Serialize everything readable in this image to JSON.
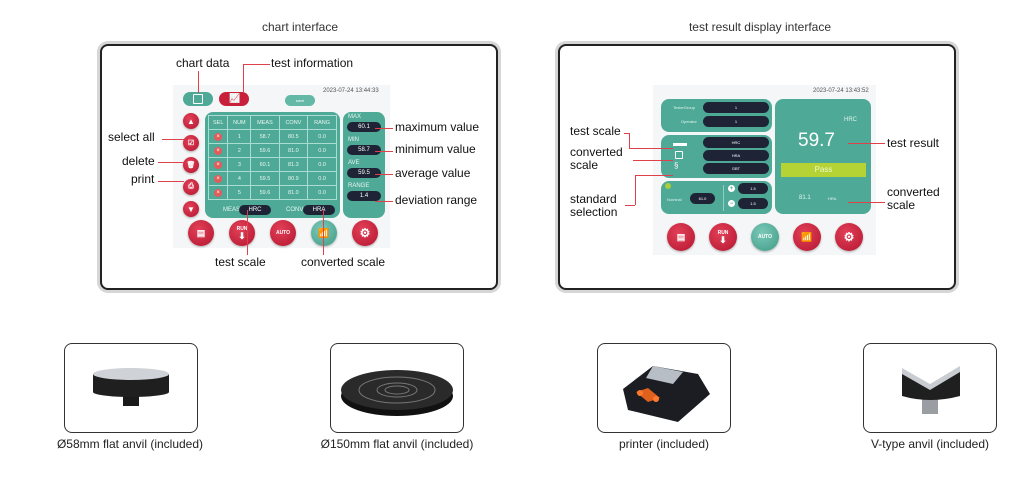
{
  "panels": {
    "chart": {
      "title": "chart interface",
      "timestamp": "2023-07-24 13:44:33",
      "save_label": "save",
      "table": {
        "headers": [
          "SEL",
          "NUM",
          "MEAS",
          "CONV",
          "RANG"
        ],
        "rows": [
          {
            "sel": "×",
            "num": "1",
            "meas": "58.7",
            "conv": "80.5",
            "rang": "0.0"
          },
          {
            "sel": "×",
            "num": "2",
            "meas": "59.6",
            "conv": "81.0",
            "rang": "0.0"
          },
          {
            "sel": "×",
            "num": "3",
            "meas": "60.1",
            "conv": "81.3",
            "rang": "0.0"
          },
          {
            "sel": "×",
            "num": "4",
            "meas": "59.5",
            "conv": "80.9",
            "rang": "0.0"
          },
          {
            "sel": "×",
            "num": "5",
            "meas": "59.6",
            "conv": "81.0",
            "rang": "0.0"
          }
        ],
        "meas_label": "MEAS",
        "meas_value": "HRC",
        "conv_label": "CONV",
        "conv_value": "HRA"
      },
      "stats": {
        "max_label": "MAX",
        "max_value": "60.1",
        "min_label": "MIN",
        "min_value": "58.7",
        "ave_label": "AVE",
        "ave_value": "59.5",
        "range_label": "RANGE",
        "range_value": "1.4"
      },
      "bottom_buttons": [
        {
          "icon": "document-icon",
          "label": ""
        },
        {
          "icon": "run-icon",
          "label": "RUN"
        },
        {
          "icon": "auto-icon",
          "label": "AUTO"
        },
        {
          "icon": "chart-icon",
          "label": ""
        },
        {
          "icon": "gear-icon",
          "label": ""
        }
      ],
      "callouts": {
        "chart_data": "chart data",
        "test_information": "test information",
        "select_all": "select all",
        "delete": "delete",
        "print": "print",
        "maximum_value": "maximum value",
        "minimum_value": "minimum value",
        "average_value": "average value",
        "deviation_range": "deviation range",
        "test_scale": "test scale",
        "converted_scale": "converted scale"
      }
    },
    "result": {
      "title": "test result display interface",
      "timestamp": "2023-07-24 13:43:52",
      "tester_group_label": "TesterGroup",
      "tester_group_value": "1",
      "operator_label": "Operator",
      "operator_value": "1",
      "scale_value": "HRC",
      "conv_value": "HRA",
      "standard_value": "GBT",
      "nominal_label": "Nominal",
      "nominal_value": "61.0",
      "plus_tol": "1.5",
      "minus_tol": "1.5",
      "result_scale": "HRC",
      "result_value": "59.7",
      "pass_label": "Pass",
      "converted_value": "81.1",
      "converted_unit": "HRA",
      "bottom_buttons": [
        {
          "icon": "document-icon",
          "label": ""
        },
        {
          "icon": "run-icon",
          "label": "RUN"
        },
        {
          "icon": "auto-icon",
          "label": "AUTO"
        },
        {
          "icon": "chart-icon",
          "label": ""
        },
        {
          "icon": "gear-icon",
          "label": ""
        }
      ],
      "callouts": {
        "test_scale": "test scale",
        "converted_scale": "converted scale",
        "standard_selection": "standard selection",
        "test_result": "test result",
        "converted_scale_right": "converted scale"
      }
    }
  },
  "products": [
    {
      "caption": "Ø58mm flat anvil (included)",
      "icon": "flat-anvil-58-icon"
    },
    {
      "caption": "Ø150mm flat anvil (included)",
      "icon": "flat-anvil-150-icon"
    },
    {
      "caption": "printer (included)",
      "icon": "printer-icon"
    },
    {
      "caption": "V-type anvil (included)",
      "icon": "v-anvil-icon"
    }
  ],
  "colors": {
    "teal": "#4ea996",
    "red": "#c81f3a",
    "pass": "#b5d334",
    "callout_line": "#e0404a"
  }
}
